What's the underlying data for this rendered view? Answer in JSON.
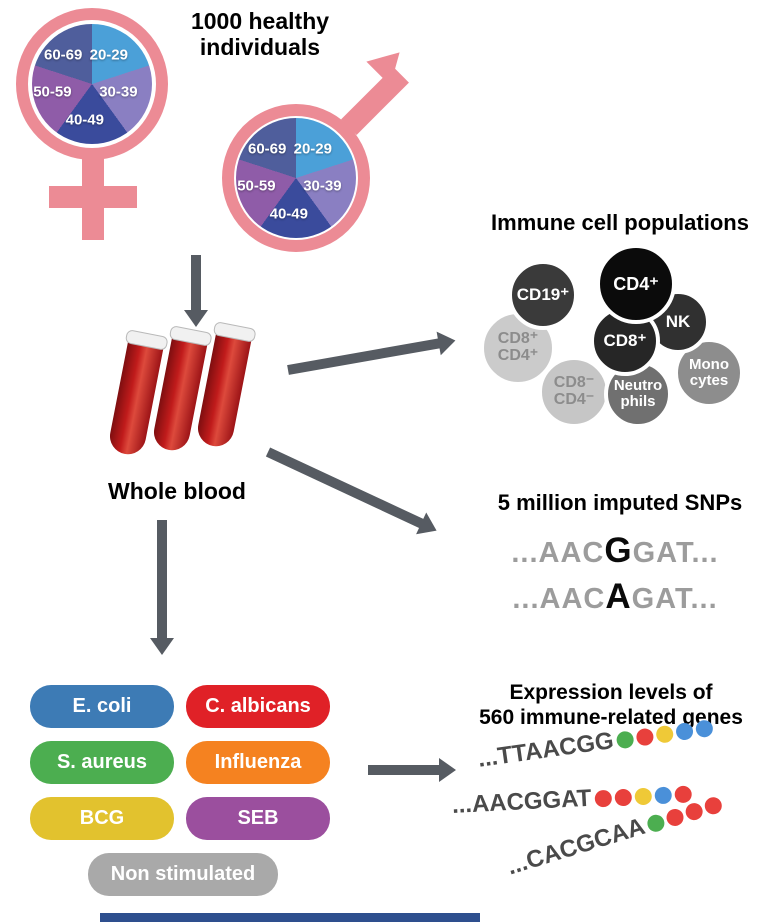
{
  "cohort": {
    "title_line1": "1000 healthy",
    "title_line2": "individuals",
    "symbol_color": "#EC8B95",
    "age_pie": {
      "labels": [
        "20-29",
        "30-39",
        "40-49",
        "50-59",
        "60-69"
      ],
      "colors": [
        "#4BA0D8",
        "#8A7FC2",
        "#3A4B9C",
        "#8F5CA8",
        "#4F5E9C"
      ]
    }
  },
  "blood": {
    "label": "Whole blood"
  },
  "immune": {
    "title": "Immune cell populations",
    "cells": [
      {
        "label": "CD19⁺",
        "color": "#3A3A3A",
        "text_color": "#FFFFFF"
      },
      {
        "label": "CD4⁺",
        "color": "#0B0B0B",
        "text_color": "#FFFFFF"
      },
      {
        "label": "NK",
        "color": "#303030",
        "text_color": "#FFFFFF"
      },
      {
        "label": "CD8⁺",
        "color": "#262626",
        "text_color": "#FFFFFF"
      },
      {
        "label": "CD8⁺\nCD4⁺",
        "color": "#CBCBCB",
        "text_color": "#8C8C8C"
      },
      {
        "label": "Mono\ncytes",
        "color": "#8D8D8D",
        "text_color": "#FFFFFF"
      },
      {
        "label": "CD8⁻\nCD4⁻",
        "color": "#C6C6C6",
        "text_color": "#8C8C8C"
      },
      {
        "label": "Neutro\nphils",
        "color": "#707070",
        "text_color": "#FFFFFF"
      }
    ]
  },
  "snps": {
    "title": "5 million imputed SNPs",
    "sequences": [
      {
        "pre": "...AAC",
        "key": "G",
        "post": "GAT..."
      },
      {
        "pre": "...AAC",
        "key": "A",
        "post": "GAT..."
      }
    ]
  },
  "stimuli": {
    "items": [
      {
        "label": "E. coli",
        "color": "#3D7BB5"
      },
      {
        "label": "C. albicans",
        "color": "#E02127"
      },
      {
        "label": "S. aureus",
        "color": "#4CAE50"
      },
      {
        "label": "Influenza",
        "color": "#F58220"
      },
      {
        "label": "BCG",
        "color": "#E2C22E"
      },
      {
        "label": "SEB",
        "color": "#9B4F9E"
      },
      {
        "label": "Non stimulated",
        "color": "#A9A9A9"
      }
    ]
  },
  "expression": {
    "title_line1": "Expression levels of",
    "title_line2": "560 immune-related genes",
    "lines": [
      {
        "text": "...TTAACGG",
        "dots": [
          "#4CAE50",
          "#E8403C",
          "#EFC937",
          "#4A90D9",
          "#4A90D9"
        ]
      },
      {
        "text": "...AACGGAT",
        "dots": [
          "#E8403C",
          "#E8403C",
          "#EFC937",
          "#4A90D9",
          "#E8403C"
        ]
      },
      {
        "text": "...CACGCAA",
        "dots": [
          "#4CAE50",
          "#E8403C",
          "#E8403C",
          "#E8403C"
        ]
      }
    ]
  },
  "footer": {
    "bar_color": "#2E4F8E"
  }
}
